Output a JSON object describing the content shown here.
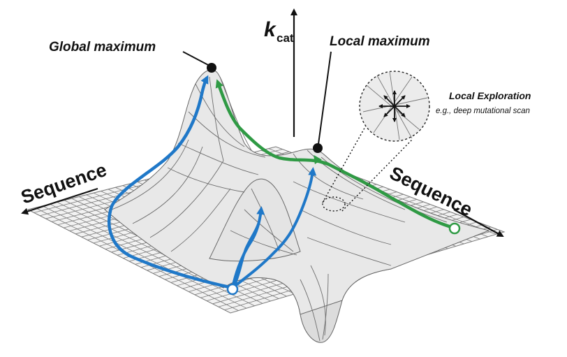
{
  "labels": {
    "global_max": "Global maximum",
    "local_max": "Local maximum",
    "kcat_k": "k",
    "kcat_sub": "cat",
    "local_exploration": "Local Exploration",
    "local_exploration_sub": "e.g., deep mutational scan",
    "sequence_left": "Sequence",
    "sequence_right": "Sequence"
  },
  "colors": {
    "blue_path": "#1f78c8",
    "green_path": "#2f9a44",
    "surface": "#e9e9e9",
    "mesh": "#6d6d6d",
    "ink": "#111111"
  },
  "icons": {
    "inset": "multi-direction-arrows-icon",
    "maxima": "filled-dot-icon",
    "starts": "hollow-circle-icon"
  }
}
